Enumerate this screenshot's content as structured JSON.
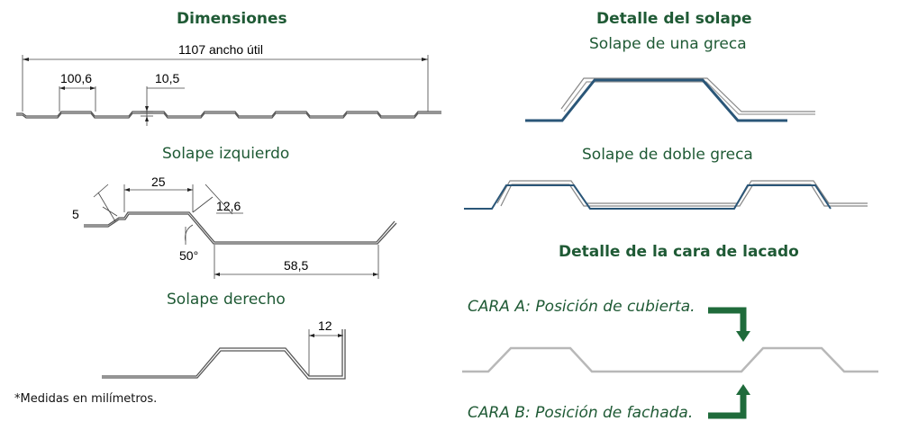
{
  "left": {
    "dimensions_title": "Dimensiones",
    "total_width_label": "1107 ancho útil",
    "pitch_label": "100,6",
    "height_label": "10,5",
    "left_overlap_title": "Solape izquierdo",
    "left_overlap_dims": {
      "top_width": "25",
      "side": "5",
      "depth": "12,6",
      "angle": "50°",
      "valley": "58,5"
    },
    "right_overlap_title": "Solape derecho",
    "right_overlap_dim": "12",
    "note": "*Medidas en milímetros."
  },
  "right": {
    "overlap_detail_title": "Detalle del solape",
    "single_rib_title": "Solape de una greca",
    "double_rib_title": "Solape de doble greca",
    "coating_title": "Detalle de la cara de lacado",
    "side_a": "CARA A: Posición de cubierta.",
    "side_b": "CARA B: Posición de fachada."
  },
  "colors": {
    "heading": "#1f5a35",
    "arrow": "#1f6b3b",
    "profile_blue": "#2a5678",
    "profile_gray": "#b8b8b8"
  }
}
